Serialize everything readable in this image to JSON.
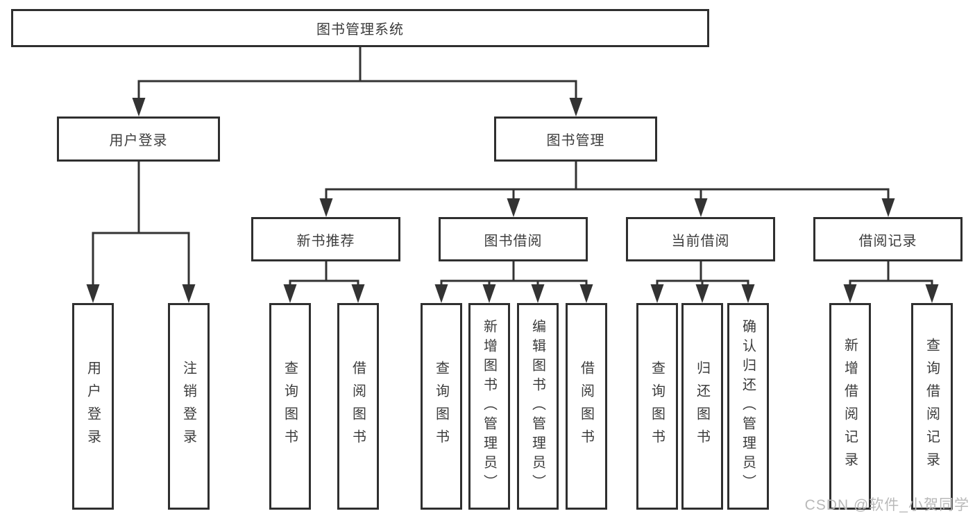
{
  "tree": {
    "label": "图书管理系统",
    "children": [
      {
        "label": "用户登录",
        "children": [
          {
            "label": "用户登录"
          },
          {
            "label": "注销登录"
          }
        ]
      },
      {
        "label": "图书管理",
        "children": [
          {
            "label": "新书推荐",
            "children": [
              {
                "label": "查询图书"
              },
              {
                "label": "借阅图书"
              }
            ]
          },
          {
            "label": "图书借阅",
            "children": [
              {
                "label": "查询图书"
              },
              {
                "label": "新增图书（管理员）"
              },
              {
                "label": "编辑图书（管理员）"
              },
              {
                "label": "借阅图书"
              }
            ]
          },
          {
            "label": "当前借阅",
            "children": [
              {
                "label": "查询图书"
              },
              {
                "label": "归还图书"
              },
              {
                "label": "确认归还（管理员）"
              }
            ]
          },
          {
            "label": "借阅记录",
            "children": [
              {
                "label": "新增借阅记录"
              },
              {
                "label": "查询借阅记录"
              }
            ]
          }
        ]
      }
    ]
  },
  "watermark": {
    "text": "CSDN @软件_小贺同学"
  },
  "colors": {
    "line": "#333333",
    "border": "#2f2f2f",
    "text": "#3c3c3c",
    "watermark": "#b9b9b9",
    "background": "#ffffff"
  }
}
